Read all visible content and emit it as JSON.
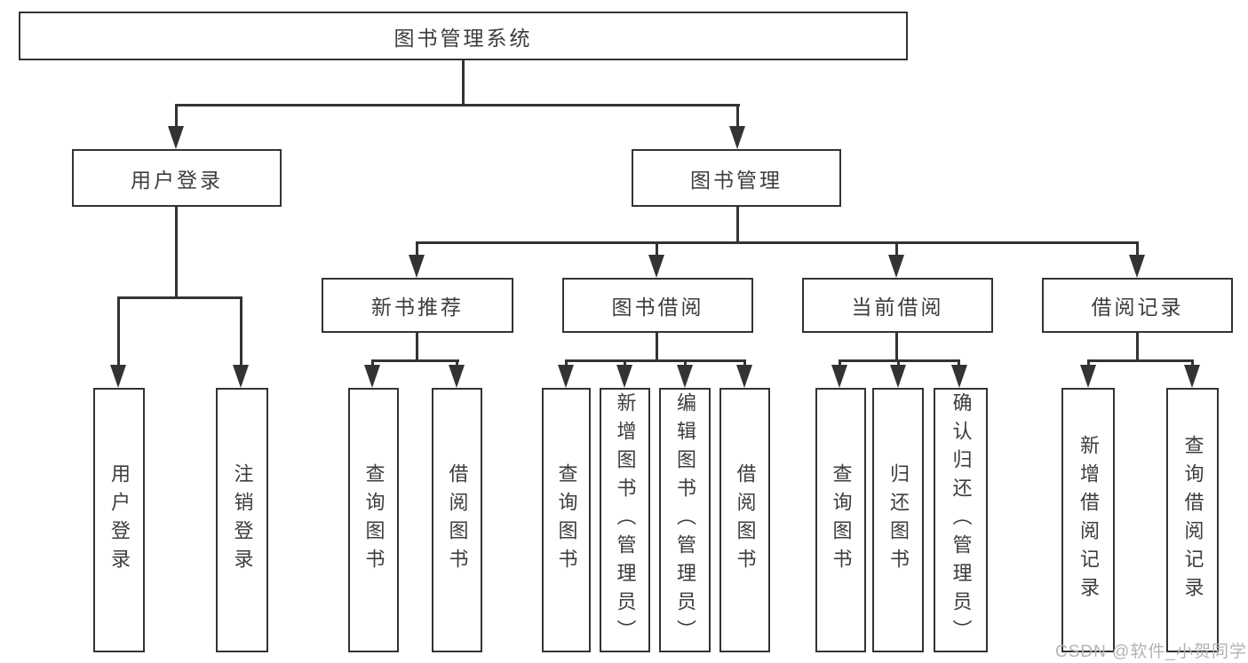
{
  "diagram": {
    "title": "图书管理系统",
    "colors": {
      "line": "#333333",
      "text": "#3d3d3d",
      "watermark": "#b3b3b3",
      "background": "#ffffff"
    },
    "nodes": {
      "root": "图书管理系统",
      "user_login": "用户登录",
      "book_management": "图书管理",
      "new_book_recommend": "新书推荐",
      "book_borrow": "图书借阅",
      "current_borrow": "当前借阅",
      "borrow_records": "借阅记录"
    },
    "leaves": {
      "user_login": "用户登录",
      "logout": "注销登录",
      "nb_query_books": "查询图书",
      "nb_borrow_books": "借阅图书",
      "bw_query_books": "查询图书",
      "bw_add_books_admin": "新增图书（管理员）",
      "bw_edit_books_admin": "编辑图书（管理员）",
      "bw_borrow_books": "借阅图书",
      "cur_query_books": "查询图书",
      "cur_return_books": "归还图书",
      "cur_confirm_return_admin": "确认归还（管理员）",
      "rec_add_record": "新增借阅记录",
      "rec_query_record": "查询借阅记录"
    },
    "watermark": "CSDN @软件_小贺同学"
  }
}
